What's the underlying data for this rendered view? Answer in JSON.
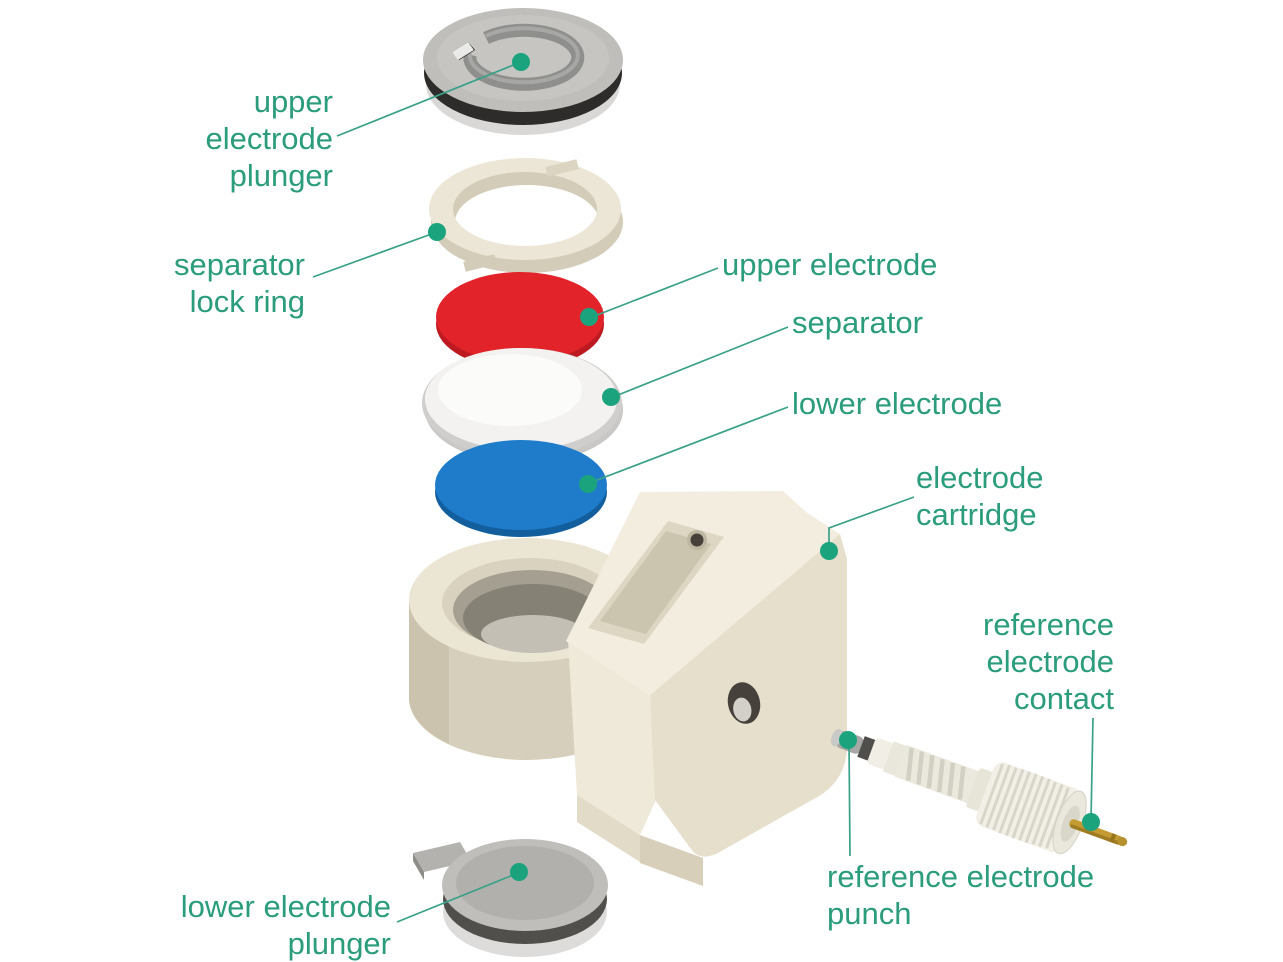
{
  "diagram": {
    "type": "exploded-view-assembly-diagram",
    "subject": "electrode cartridge cell assembly",
    "background": "#ffffff",
    "labels": {
      "upper_electrode_plunger": "upper\nelectrode\nplunger",
      "separator_lock_ring": "separator\nlock ring",
      "upper_electrode": "upper electrode",
      "separator": "separator",
      "lower_electrode": "lower electrode",
      "electrode_cartridge": "electrode\ncartridge",
      "reference_electrode_contact": "reference\nelectrode\ncontact",
      "reference_electrode_punch": "reference electrode\npunch",
      "lower_electrode_plunger": "lower electrode\nplunger"
    },
    "colors": {
      "label_text": "#2b9c7c",
      "leader_line": "#3aa188",
      "marker_dot": "#1ba37e",
      "upper_electrode_disc": "#e2232a",
      "upper_electrode_rim": "#bd1b21",
      "separator_disc": "#f3f2f0",
      "separator_rim": "#cfcecc",
      "lower_electrode_disc": "#1e7ccb",
      "lower_electrode_rim": "#135e9c",
      "cartridge_cream": "#f2edde",
      "cartridge_front": "#e6dfcc",
      "cartridge_side": "#d6cfbb",
      "metal_gray": "#c0bebb",
      "oring_black": "#2d2c2a",
      "gold_pin": "#c49b33"
    }
  }
}
